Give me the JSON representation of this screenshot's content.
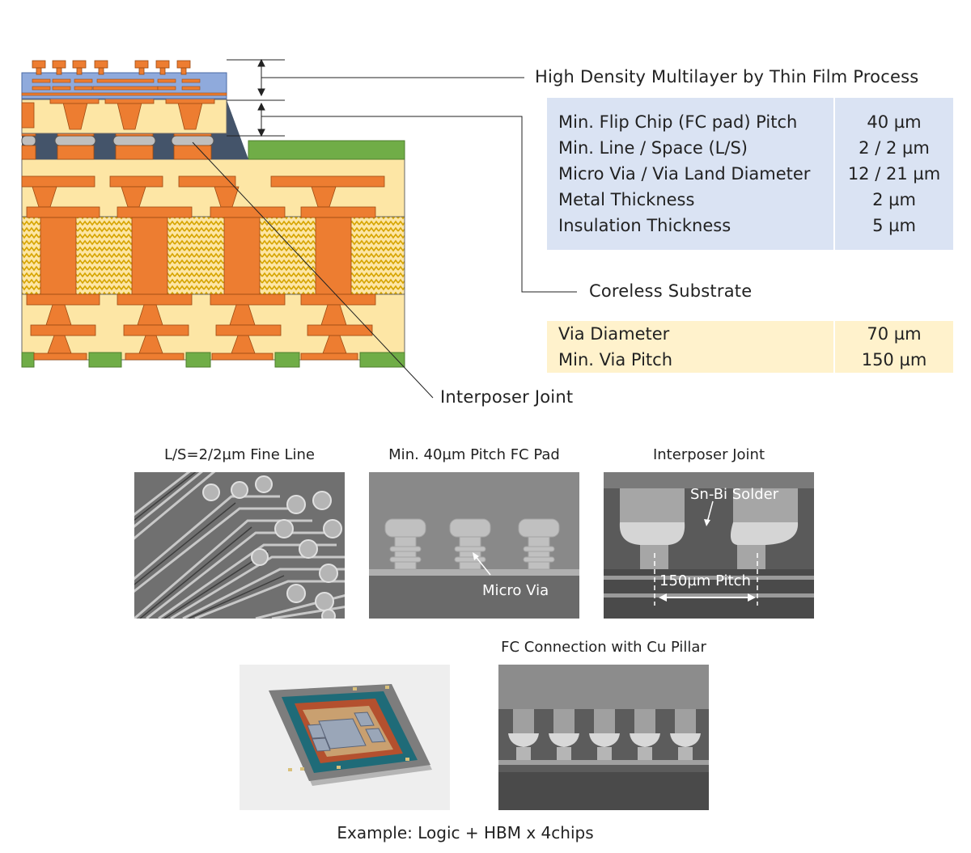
{
  "labels": {
    "hdm": "High Density Multilayer by Thin Film Process",
    "coreless": "Coreless Substrate",
    "interposer_joint": "Interposer Joint"
  },
  "hdm_table": {
    "rows": [
      {
        "name": "Min. Flip Chip (FC pad) Pitch",
        "value": "40 µm"
      },
      {
        "name": "Min. Line / Space (L/S)",
        "value": "2 / 2 µm"
      },
      {
        "name": "Micro Via / Via Land Diameter",
        "value": "12 / 21 µm"
      },
      {
        "name": "Metal Thickness",
        "value": "2 µm"
      },
      {
        "name": "Insulation Thickness",
        "value": "5 µm"
      }
    ]
  },
  "coreless_table": {
    "rows": [
      {
        "name": "Via Diameter",
        "value": "70 µm"
      },
      {
        "name": "Min. Via Pitch",
        "value": "150 µm"
      }
    ]
  },
  "photos": {
    "fine_line": {
      "caption": "L/S=2/2µm Fine Line"
    },
    "fc_pad": {
      "caption": "Min. 40µm Pitch FC Pad",
      "annotation": "Micro Via"
    },
    "joint": {
      "caption": "Interposer Joint",
      "annotation_solder": "Sn-Bi Solder",
      "annotation_pitch": "150µm Pitch"
    },
    "cu_pillar": {
      "caption": "FC Connection with Cu Pillar"
    },
    "example": {
      "caption": "Example: Logic + HBM x 4chips"
    }
  },
  "colors": {
    "copper": "#ed7d31",
    "dielectric": "#fde6a5",
    "thin_film": "#8faadc",
    "solder_resist": "#70ad47",
    "underfill": "#44546a",
    "hdm_table_bg": "#dae3f3",
    "coreless_table_bg": "#fff2cc"
  }
}
